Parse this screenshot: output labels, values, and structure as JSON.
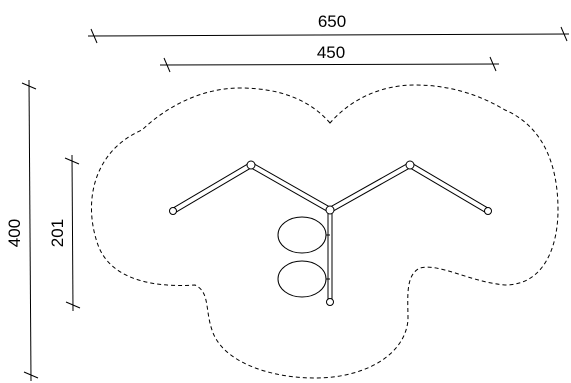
{
  "dimensions": {
    "overall_width": "650",
    "inner_width": "450",
    "overall_height": "400",
    "inner_height": "201"
  }
}
